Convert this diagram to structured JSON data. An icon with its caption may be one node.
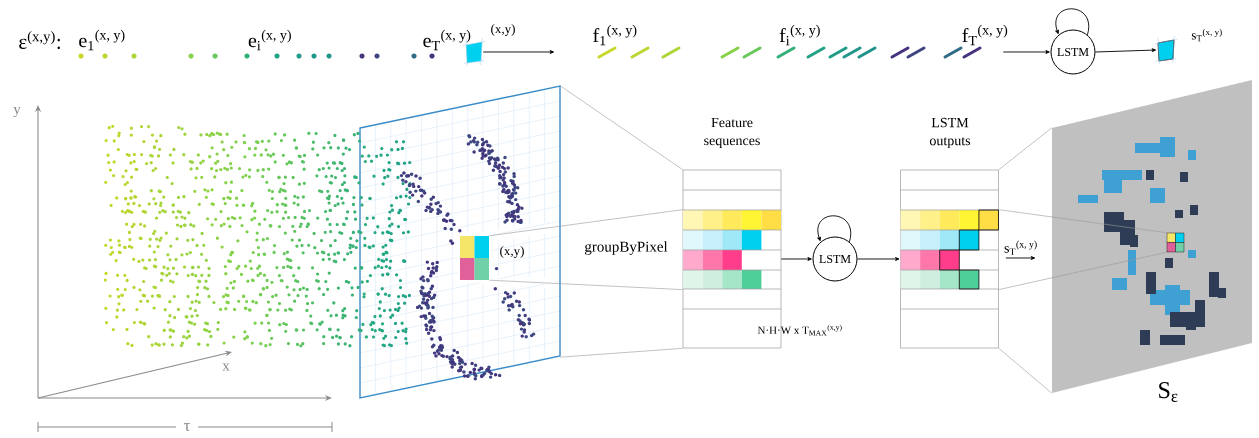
{
  "diagram": {
    "nodes": [
      {
        "text": [],
        "shape": "box",
        "beside": [
          "(x,y)"
        ]
      },
      {
        "text": [
          "f$_{1}$$^{(x, y)}$",
          "f$_{i}$$^{(x, y)}$",
          "f$_{T}$$^{(x, y)}$"
        ]
      },
      {
        "text": [
          "LSTM"
        ]
      },
      {
        "text": [],
        "shape": "box",
        "beside": [
          "s$_{T}$$^{(x, y)}$"
        ]
      },
      {
        "text": [],
        "shape": "picture"
      },
      {
        "text": [],
        "shape": "box",
        "in": 4,
        "beside": [
          "(x,y)"
        ]
      },
      {
        "text": [
          "Feature sequences"
        ]
      },
      {
        "text": [
          "LSTM"
        ]
      },
      {
        "text": [
          "LSTM outputs"
        ]
      },
      {
        "text": [
          "S$_{ε}$"
        ]
      },
      {
        "text": [],
        "shape": "box",
        "in": 9
      }
    ],
    "edges": [
      {
        "from": 0,
        "to": 1,
        "arrow": "to"
      },
      {
        "from": 1,
        "to": 2,
        "arrow": "to"
      },
      {
        "from": 2,
        "to": 2,
        "arrow": "to"
      },
      {
        "from": 2,
        "to": 3,
        "arrow": "to"
      },
      {
        "from": 4,
        "to": 6,
        "arrow": "none",
        "color": "#999999"
      },
      {
        "from": 4,
        "to": 6,
        "arrow": "none",
        "color": "#999999"
      },
      {
        "from": 5,
        "to": 6,
        "arrow": "none",
        "color": "#999999"
      },
      {
        "from": 5,
        "to": 6,
        "arrow": "none",
        "color": "#999999"
      },
      {
        "from": 6,
        "to": 7,
        "arrow": "to"
      },
      {
        "from": 7,
        "to": 7,
        "arrow": "to"
      },
      {
        "from": 7,
        "to": 8,
        "arrow": "to"
      },
      {
        "from": 8,
        "to": 9,
        "arrow": "none",
        "color": "#999999"
      },
      {
        "from": 8,
        "to": 9,
        "arrow": "none",
        "color": "#999999"
      },
      {
        "from": 8,
        "to": 10,
        "arrow": "none",
        "color": "#999999"
      },
      {
        "from": 8,
        "to": 10,
        "arrow": "none",
        "color": "#999999"
      },
      {
        "from": 8,
        "to": null,
        "arrow": "to",
        "label": "s$_{T}$$^{(x, y)}$"
      }
    ],
    "labels": [
      "ε$^{(x,y)}$:",
      "e$_{1}$$^{(x, y)}$",
      "e$_{i}$$^{(x, y)}$",
      "e$_{T}$$^{(x, y)}$",
      "y",
      "x",
      "τ",
      "groupByPixel",
      "N·H·W x T$_{MAX}$$^{(x,y)}$"
    ]
  }
}
